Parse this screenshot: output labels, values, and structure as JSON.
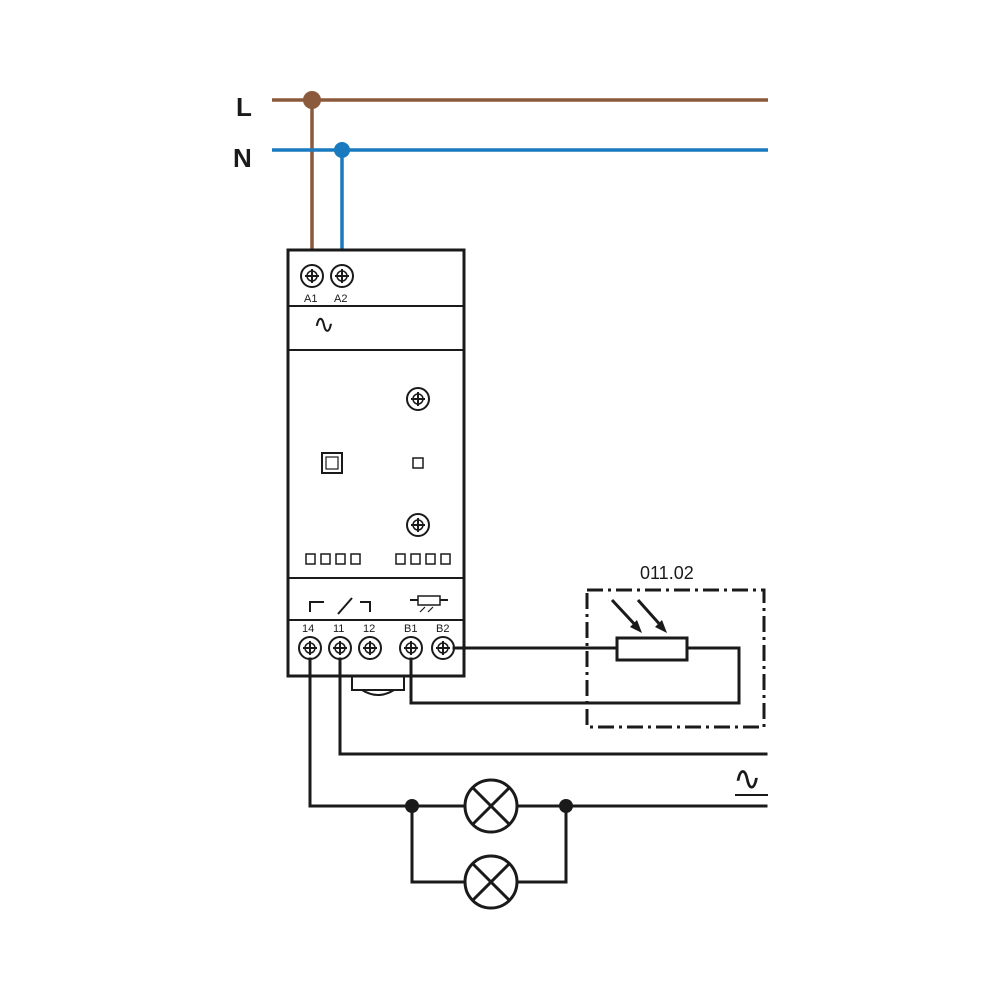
{
  "lines": {
    "live_label": "L",
    "neutral_label": "N",
    "live_color": "#8b5a3c",
    "neutral_color": "#1a7abf"
  },
  "device": {
    "supply_terminals": [
      "A1",
      "A2"
    ],
    "supply_symbol": "∿",
    "output_terminals": [
      "14",
      "11",
      "12",
      "B1",
      "B2"
    ],
    "contact_symbol": "changeover-contact",
    "sensor_symbol": "light-dependent-resistor"
  },
  "sensor": {
    "label": "011.02"
  },
  "load": {
    "supply_symbol": "∿",
    "lamps": 2
  },
  "colors": {
    "line": "#1a1a1a",
    "background": "#ffffff"
  }
}
